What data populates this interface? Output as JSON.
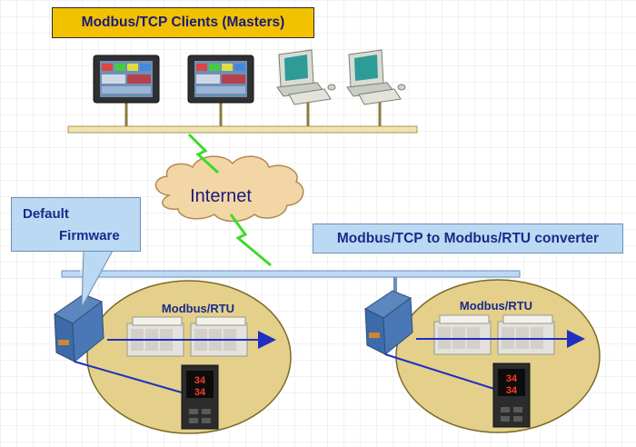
{
  "header": {
    "clients_label": "Modbus/TCP Clients (Masters)"
  },
  "cloud": {
    "label": "Internet"
  },
  "callouts": {
    "firmware_line1": "Default",
    "firmware_line2": "Firmware",
    "converter": "Modbus/TCP to Modbus/RTU converter"
  },
  "rtu_groups": [
    {
      "label": "Modbus/RTU",
      "display_top": "34",
      "display_bottom": "34"
    },
    {
      "label": "Modbus/RTU",
      "display_top": "34",
      "display_bottom": "34"
    }
  ],
  "colors": {
    "clients_box": "#f2c200",
    "callout_box": "#bcd9f3",
    "ethernet_bar": "#efe4b0",
    "rtu_ellipse": "#e4d08a",
    "cloud": "#f3d6a6",
    "lightning": "#3cdc2a",
    "rtu_arrow": "#1f2fc0"
  },
  "icons": [
    "touch-panel-icon",
    "desktop-pc-icon",
    "converter-module-icon",
    "plc-icon",
    "temperature-controller-icon",
    "lightning-icon",
    "cloud-icon"
  ]
}
